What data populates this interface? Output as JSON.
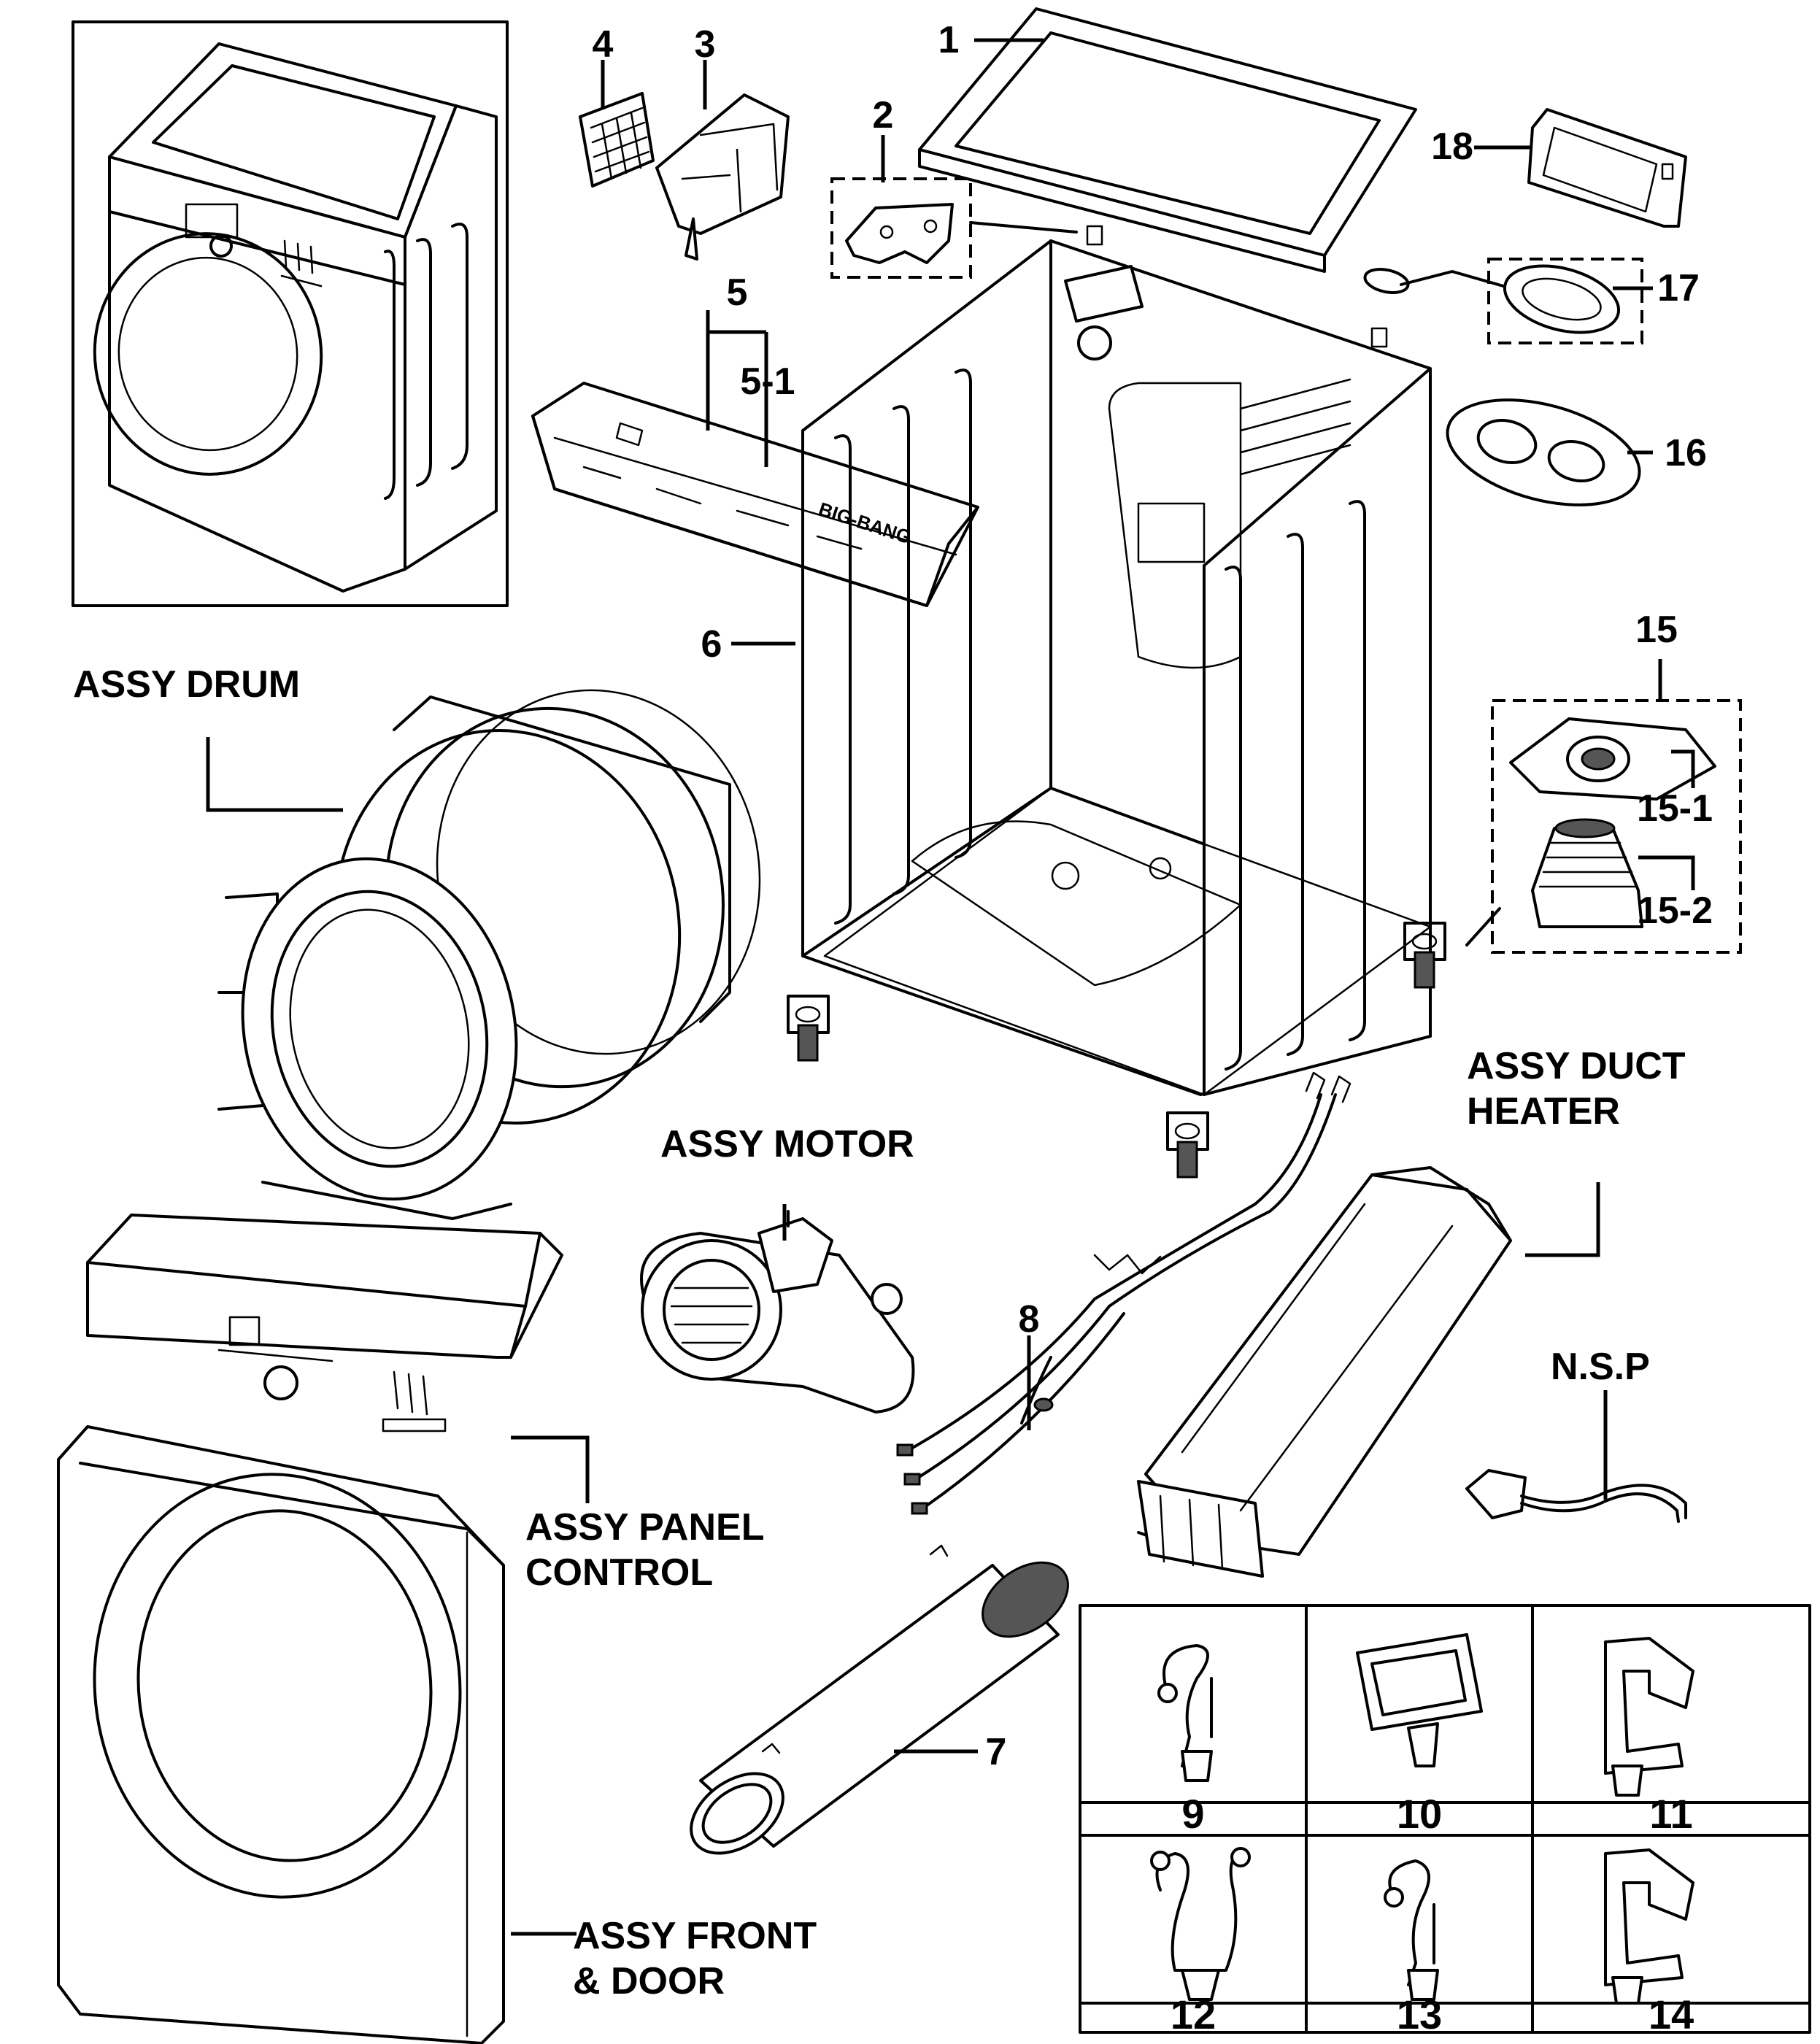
{
  "diagram": {
    "callouts": {
      "c1": "1",
      "c2": "2",
      "c3": "3",
      "c4": "4",
      "c5": "5",
      "c5_1": "5-1",
      "c6": "6",
      "c7": "7",
      "c8": "8",
      "c15": "15",
      "c15_1": "15-1",
      "c15_2": "15-2",
      "c16": "16",
      "c17": "17",
      "c18": "18"
    },
    "assemblies": {
      "drum": "ASSY DRUM",
      "motor": "ASSY MOTOR",
      "duct_heater_line1": "ASSY DUCT",
      "duct_heater_line2": "HEATER",
      "panel_control_line1": "ASSY PANEL",
      "panel_control_line2": "CONTROL",
      "front_door_line1": "ASSY FRONT",
      "front_door_line2": "& DOOR",
      "nsp": "N.S.P"
    },
    "panel_brand_text": "BIG-BANG",
    "clip_table": {
      "labels": [
        "9",
        "10",
        "11",
        "12",
        "13",
        "14"
      ]
    }
  }
}
